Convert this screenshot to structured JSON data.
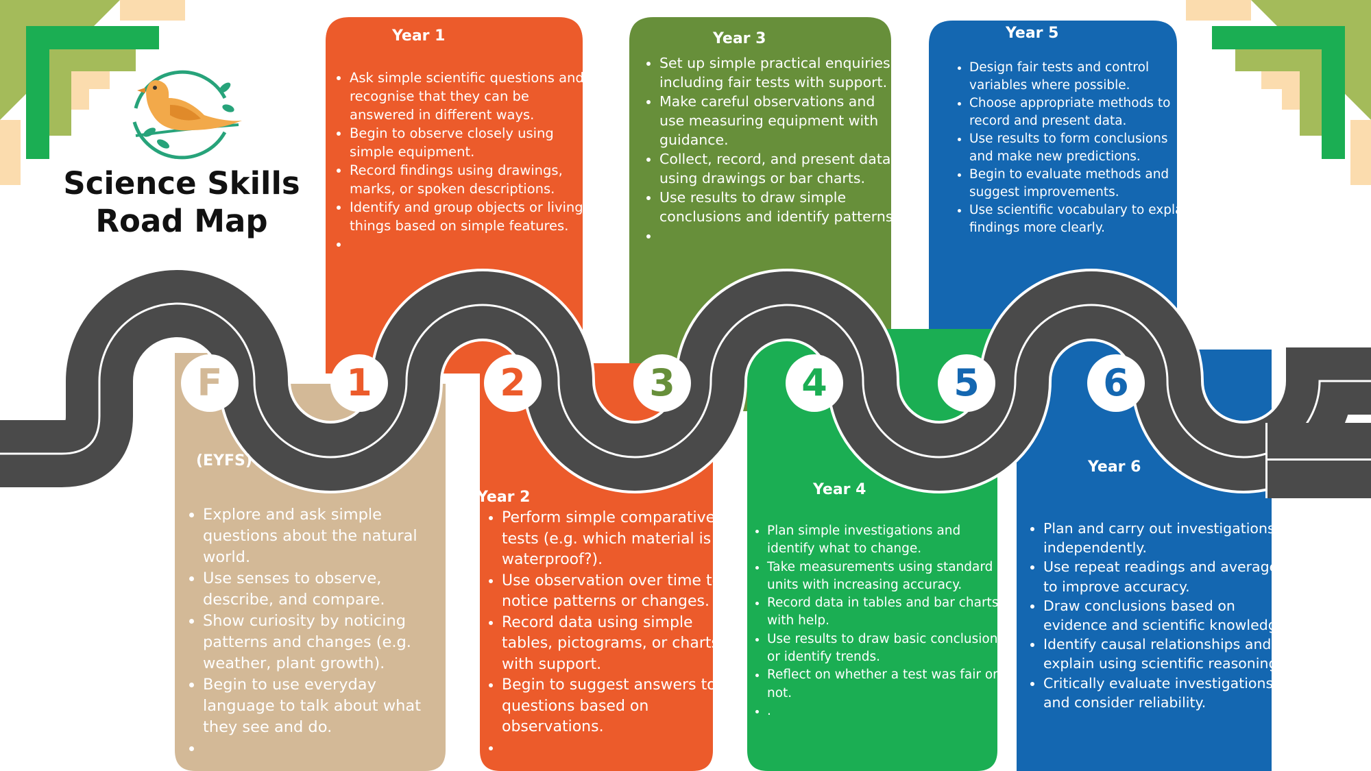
{
  "title": {
    "line1": "Science Skills",
    "line2": "Road Map"
  },
  "colors": {
    "eyfs": "#d3b997",
    "year1": "#ec5b2b",
    "year2": "#ec5b2b",
    "year3": "#678f3a",
    "year4": "#1bae53",
    "year5": "#1467b1",
    "year6": "#1467b1",
    "road": "#4a4a4a",
    "corner_green": "#1bae53",
    "corner_olive": "#a4bb5a",
    "corner_cream": "#fbdcae"
  },
  "logo_icon": "bird-on-branch-icon",
  "stages": [
    {
      "marker": "F",
      "title": "(EYFS)",
      "points": [
        "Explore and ask simple questions about the natural world.",
        "Use senses to observe, describe, and compare.",
        "Show curiosity by noticing patterns and changes (e.g. weather, plant growth).",
        "Begin to use everyday language to talk about what they see and do.",
        ""
      ]
    },
    {
      "marker": "1",
      "title": "Year 1",
      "points": [
        "Ask simple scientific questions and recognise that they can be answered in different ways.",
        "Begin to observe closely using simple equipment.",
        "Record findings using drawings, marks, or spoken descriptions.",
        "Identify and group objects or living things based on simple features.",
        ""
      ]
    },
    {
      "marker": "2",
      "title": "Year 2",
      "points": [
        "Perform simple comparative tests (e.g. which material is waterproof?).",
        "Use observation over time to notice patterns or changes.",
        "Record data using simple tables, pictograms, or charts with support.",
        "Begin to suggest answers to questions based on observations.",
        ""
      ]
    },
    {
      "marker": "3",
      "title": "Year 3",
      "points": [
        "Set up simple practical enquiries, including fair tests with support.",
        "Make careful observations and use measuring equipment with guidance.",
        "Collect, record, and present data using drawings or bar charts.",
        "Use results to draw simple conclusions and identify patterns.",
        ""
      ]
    },
    {
      "marker": "4",
      "title": "Year 4",
      "points": [
        "Plan simple investigations and identify what to change.",
        "Take measurements using standard units with increasing accuracy.",
        "Record data in tables and bar charts with help.",
        "Use results to draw basic conclusions or identify trends.",
        "Reflect on whether a test was fair or not.",
        "."
      ]
    },
    {
      "marker": "5",
      "title": "Year 5",
      "points": [
        "Design fair tests and control variables where possible.",
        "Choose appropriate methods to record and present data.",
        "Use results to form conclusions and make new predictions.",
        "Begin to evaluate methods and suggest improvements.",
        "Use scientific vocabulary to explain findings more clearly."
      ]
    },
    {
      "marker": "6",
      "title": "Year 6",
      "points": [
        "Plan and carry out investigations independently.",
        "Use repeat readings and averages to improve accuracy.",
        "Draw conclusions based on evidence and scientific knowledge.",
        "Identify causal relationships and explain using scientific reasoning.",
        "Critically evaluate investigations and consider reliability."
      ]
    }
  ]
}
